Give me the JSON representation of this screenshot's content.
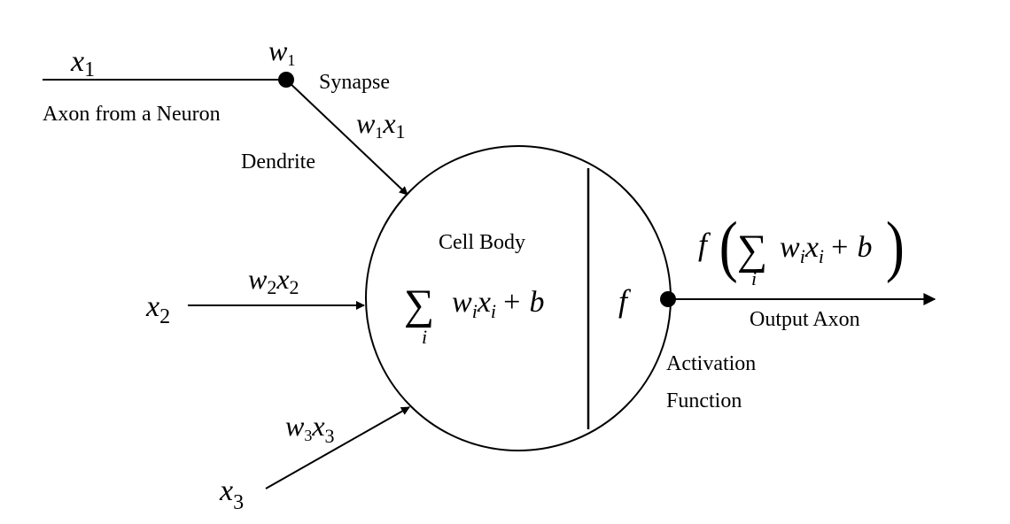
{
  "labels": {
    "axon": "Axon from a Neuron",
    "synapse": "Synapse",
    "dendrite": "Dendrite",
    "cell_body": "Cell Body",
    "output_axon": "Output Axon",
    "activation_line1": "Activation",
    "activation_line2": "Function"
  },
  "inputs": [
    {
      "var": "x",
      "sub": "1"
    },
    {
      "var": "x",
      "sub": "2"
    },
    {
      "var": "x",
      "sub": "3"
    }
  ],
  "weights": {
    "w1": {
      "var": "w",
      "sub": "1"
    },
    "w1x1": {
      "w": "w",
      "wsub": "1",
      "x": "x",
      "xsub": "1"
    },
    "w2x2": {
      "w": "w",
      "wsub": "2",
      "x": "x",
      "xsub": "2"
    },
    "w3x3": {
      "w": "w",
      "wsub": "3",
      "x": "x",
      "xsub": "3"
    }
  },
  "formula": {
    "sigma": "∑",
    "index": "i",
    "w": "w",
    "wsub": "i",
    "x": "x",
    "xsub": "i",
    "plus_b": "+ b",
    "f": "f",
    "open_paren": "(",
    "close_paren": ")"
  }
}
